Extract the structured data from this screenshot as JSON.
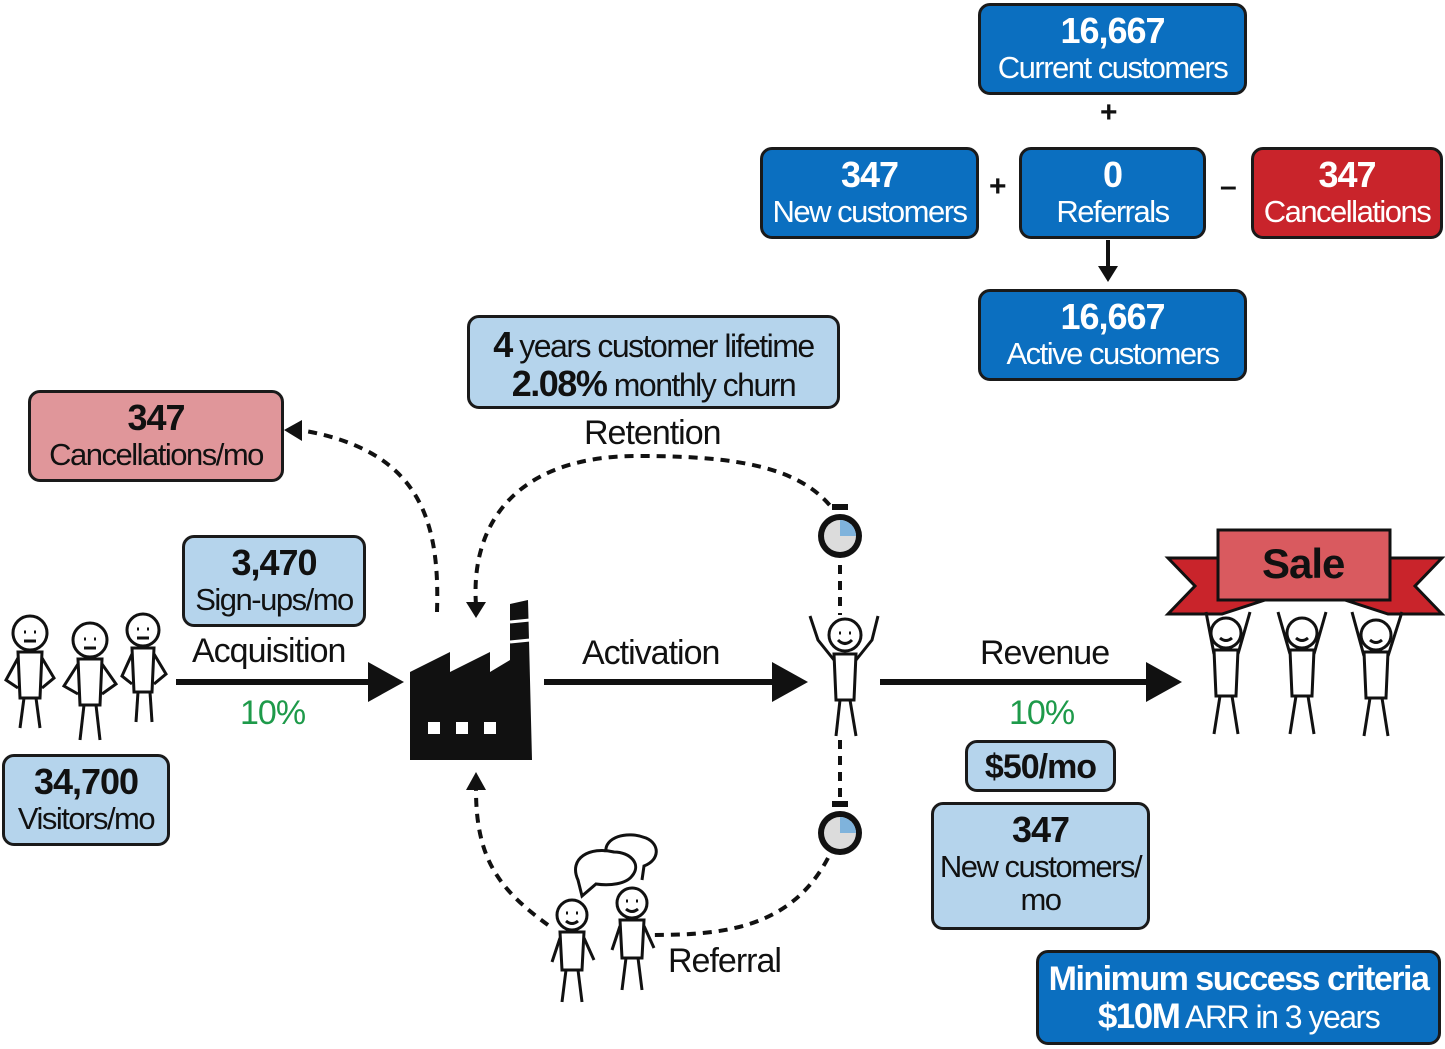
{
  "top_equation": {
    "current": {
      "value": "16,667",
      "label": "Current customers"
    },
    "plus_1": "+",
    "new": {
      "value": "347",
      "label": "New customers"
    },
    "plus_2": "+",
    "referrals": {
      "value": "0",
      "label": "Referrals"
    },
    "minus": "–",
    "cancellations": {
      "value": "347",
      "label": "Cancellations"
    },
    "active": {
      "value": "16,667",
      "label": "Active customers"
    }
  },
  "lifetime": {
    "years_value": "4",
    "years_text": "years customer lifetime",
    "churn_value": "2.08%",
    "churn_text": "monthly churn"
  },
  "cancellations_mo": {
    "value": "347",
    "label": "Cancellations/mo"
  },
  "signups": {
    "value": "3,470",
    "label": "Sign-ups/mo"
  },
  "visitors": {
    "value": "34,700",
    "label": "Visitors/mo"
  },
  "stages": {
    "acquisition": "Acquisition",
    "activation": "Activation",
    "revenue": "Revenue",
    "retention": "Retention",
    "referral": "Referral"
  },
  "rates": {
    "acquisition": "10%",
    "revenue": "10%"
  },
  "price": "$50/mo",
  "new_customers_mo": {
    "value": "347",
    "line1": "New customers/",
    "line2": "mo"
  },
  "sale_banner": "Sale",
  "success": {
    "title": "Minimum success criteria",
    "arr_value": "$10M",
    "arr_text": "ARR in 3 years"
  },
  "colors": {
    "blue": "#0b6fc0",
    "light_blue": "#b5d4ec",
    "red": "#c9242b",
    "pink": "#e0969a",
    "green": "#1e9a4a"
  },
  "icons": [
    "visitors-people-icon",
    "factory-icon",
    "cheering-person-icon",
    "timer-icon",
    "chatting-people-icon",
    "sale-banner-icon"
  ]
}
